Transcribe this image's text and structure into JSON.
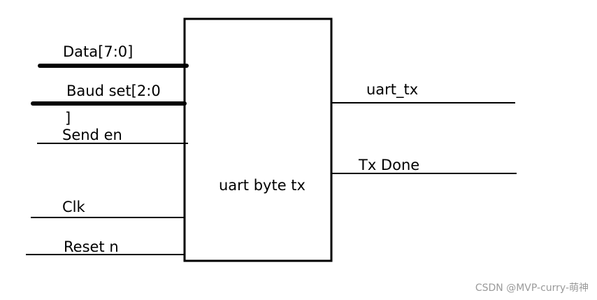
{
  "block": {
    "title": "uart byte tx"
  },
  "inputs": {
    "data": "Data[7:0]",
    "baud_set": "Baud set[2:0",
    "baud_set_cont": "]",
    "send_en": "Send en",
    "clk": "Clk",
    "reset_n": "Reset n"
  },
  "outputs": {
    "uart_tx": "uart_tx",
    "tx_done": "Tx Done"
  },
  "watermark": "CSDN @MVP-curry-萌神",
  "colors": {
    "line": "#000000",
    "watermark": "#9a9a9a"
  }
}
